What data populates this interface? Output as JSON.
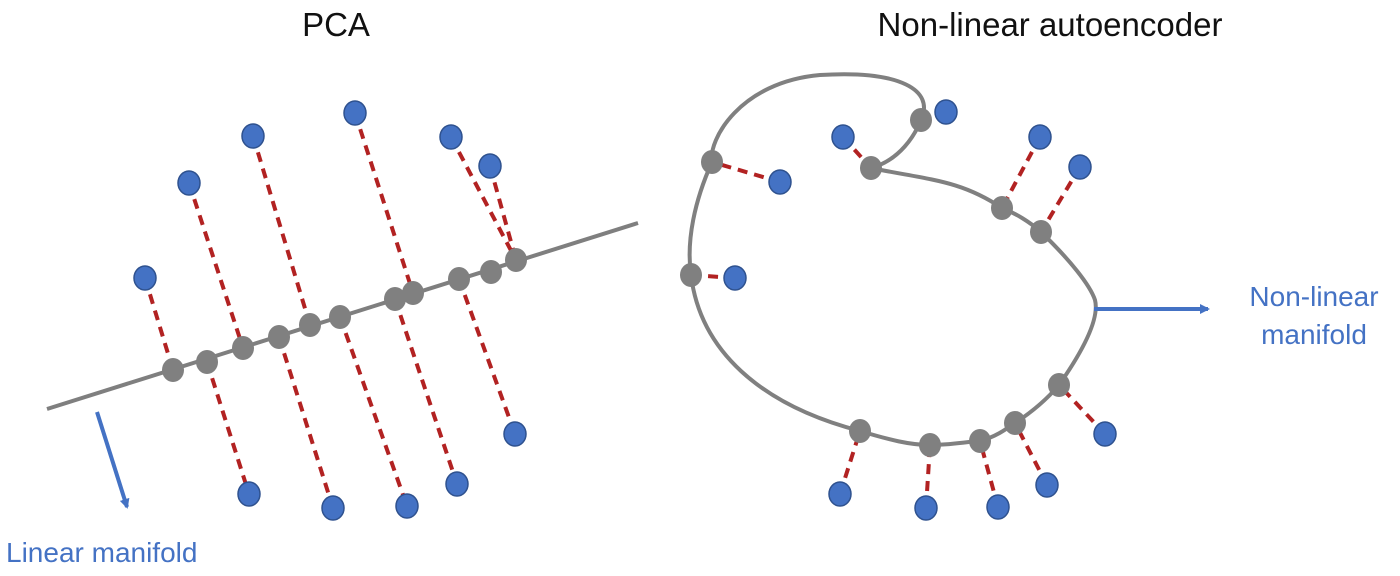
{
  "pca": {
    "title": "PCA",
    "label": "Linear manifold"
  },
  "autoencoder": {
    "title": "Non-linear autoencoder",
    "label_line1": "Non-linear",
    "label_line2": "manifold"
  },
  "colors": {
    "data_point": "#4472c4",
    "projection": "#808080",
    "residual": "#b22222",
    "manifold_line": "#808080",
    "label": "#4472c4"
  }
}
